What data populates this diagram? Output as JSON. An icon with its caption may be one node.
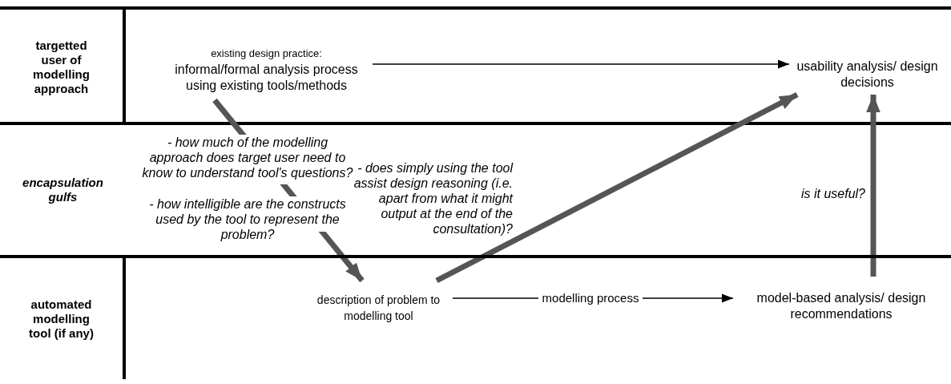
{
  "diagram": {
    "nodes": [
      {
        "text": [
          "targetted user of modelling approach"
        ]
      },
      {
        "text": [
          "encapsulation gulfs"
        ]
      },
      {
        "text": [
          "automated modelling tool (if any)"
        ]
      },
      {
        "text": [
          "existing design practice:",
          "informal/formal analysis process using existing tools/methods"
        ],
        "in": 0
      },
      {
        "text": [
          "usability analysis/ design decisions"
        ],
        "in": 0
      },
      {
        "text": [
          "description of problem to modelling tool"
        ],
        "in": 2
      },
      {
        "text": [
          "model-based analysis/ design recommendations"
        ],
        "in": 2
      }
    ],
    "edges": [
      {
        "from": 3,
        "to": 4,
        "arrow": "to",
        "color": "#000000"
      },
      {
        "from": 3,
        "to": 5,
        "arrow": "to"
      },
      {
        "from": 5,
        "to": 4,
        "arrow": "to",
        "label": "- does simply using the tool assist design reasoning (i.e. apart from what it might output at the end of the consultation)?"
      },
      {
        "from": 6,
        "to": 4,
        "arrow": "to",
        "label": "is it useful?"
      },
      {
        "from": 5,
        "to": 6,
        "arrow": "to",
        "color": "#000000",
        "label": "modelling process"
      }
    ],
    "labels": [
      "- how much of the modelling approach does target user need to know to understand tool's questions?",
      "- how intelligible are the constructs used by the tool to represent the problem?"
    ]
  }
}
